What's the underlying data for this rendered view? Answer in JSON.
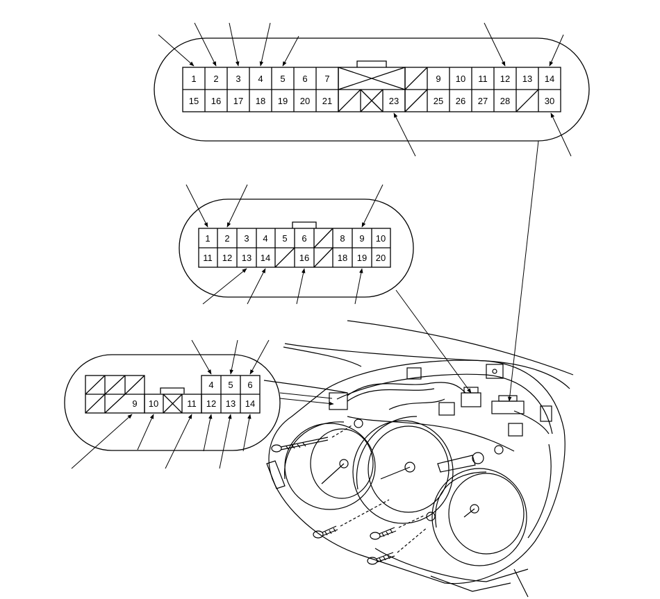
{
  "diagram": {
    "connector_a": {
      "row1": [
        "1",
        "2",
        "3",
        "4",
        "5",
        "6",
        "7",
        "",
        "",
        "",
        "9",
        "10",
        "11",
        "12",
        "13",
        "14"
      ],
      "row2": [
        "15",
        "16",
        "17",
        "18",
        "19",
        "20",
        "21",
        "",
        "",
        "23",
        "",
        "25",
        "26",
        "27",
        "28",
        "",
        "30"
      ]
    },
    "connector_b": {
      "row1": [
        "1",
        "2",
        "3",
        "4",
        "5",
        "6",
        "",
        "8",
        "9",
        "10"
      ],
      "row2": [
        "11",
        "12",
        "13",
        "14",
        "",
        "16",
        "",
        "18",
        "19",
        "20"
      ]
    },
    "connector_c": {
      "row1": [
        "",
        "",
        "",
        "",
        "",
        "4",
        "5",
        "6"
      ],
      "row2": [
        "",
        "",
        "9",
        "10",
        "",
        "11",
        "12",
        "13",
        "14"
      ]
    }
  }
}
